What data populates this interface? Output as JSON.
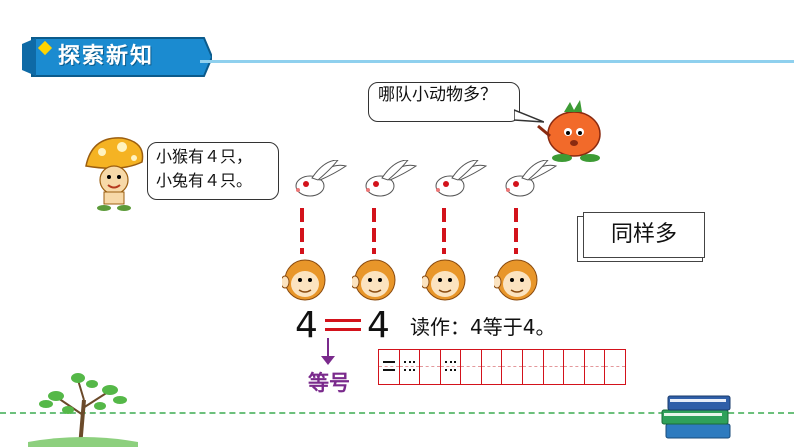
{
  "header": {
    "title": "探索新知"
  },
  "bubble_top": {
    "text": "哪队小动物多？"
  },
  "bubble_left": {
    "line1": "小猴有４只，",
    "line2": "小兔有４只。"
  },
  "equation": {
    "left": "4",
    "right": "4"
  },
  "read_as": "读作：4等于4。",
  "same_amount": "同样多",
  "equals_sign_name": "等号",
  "colors": {
    "banner": "#1b8bd0",
    "accent_red": "#d3121b",
    "arrow_purple": "#7a2a8c"
  }
}
